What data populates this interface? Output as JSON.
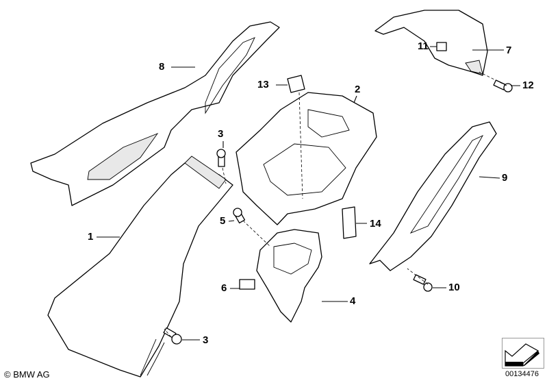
{
  "diagram": {
    "callouts": [
      {
        "id": "label-8",
        "text": "8"
      },
      {
        "id": "label-3a",
        "text": "3"
      },
      {
        "id": "label-13",
        "text": "13"
      },
      {
        "id": "label-2",
        "text": "2"
      },
      {
        "id": "label-11",
        "text": "11"
      },
      {
        "id": "label-7",
        "text": "7"
      },
      {
        "id": "label-12",
        "text": "12"
      },
      {
        "id": "label-9",
        "text": "9"
      },
      {
        "id": "label-1",
        "text": "1"
      },
      {
        "id": "label-5",
        "text": "5"
      },
      {
        "id": "label-14",
        "text": "14"
      },
      {
        "id": "label-6",
        "text": "6"
      },
      {
        "id": "label-4",
        "text": "4"
      },
      {
        "id": "label-10",
        "text": "10"
      },
      {
        "id": "label-3b",
        "text": "3"
      }
    ],
    "copyright": "© BMW AG",
    "reference_number": "00134476",
    "nav_icon": "arrow-down-left-icon"
  }
}
